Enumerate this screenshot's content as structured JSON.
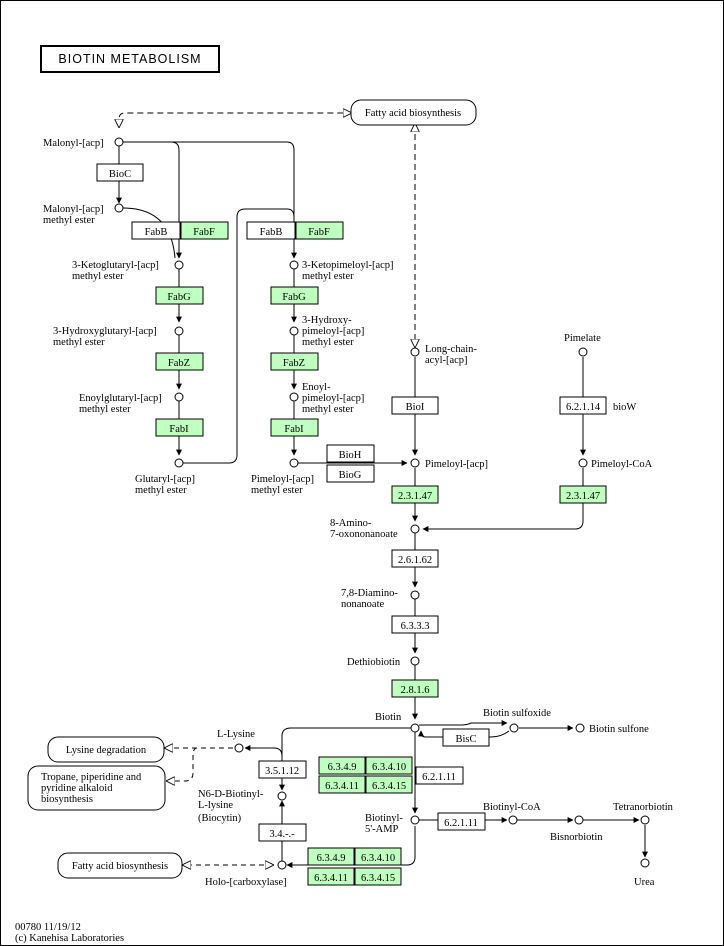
{
  "title": "BIOTIN METABOLISM",
  "colors": {
    "enzyme_present": "#bfffbf",
    "enzyme_absent": "#ffffff",
    "line": "#000000"
  },
  "compounds": {
    "malonyl_acp": "Malonyl-[acp]",
    "malonyl_acp_me_1": "Malonyl-[acp]",
    "malonyl_acp_me_2": "methyl ester",
    "ketoglutaryl_1": "3-Ketoglutaryl-[acp]",
    "ketoglutaryl_2": "methyl ester",
    "hydroxyglutaryl_1": "3-Hydroxyglutaryl-[acp]",
    "hydroxyglutaryl_2": "methyl ester",
    "enoylglutaryl_1": "Enoylglutaryl-[acp]",
    "enoylglutaryl_2": "methyl ester",
    "glutaryl_1": "Glutaryl-[acp]",
    "glutaryl_2": "methyl ester",
    "ketopimeloyl_1": "3-Ketopimeloyl-[acp]",
    "ketopimeloyl_2": "methyl ester",
    "hydroxypimeloyl_1": "3-Hydroxy-",
    "hydroxypimeloyl_2": "pimeloyl-[acp]",
    "hydroxypimeloyl_3": "methyl ester",
    "enoylpimeloyl_1": "Enoyl-",
    "enoylpimeloyl_2": "pimeloyl-[acp]",
    "enoylpimeloyl_3": "methyl ester",
    "pimeloyl_me_1": "Pimeloyl-[acp]",
    "pimeloyl_me_2": "methyl ester",
    "longchain_1": "Long-chain-",
    "longchain_2": "acyl-[acp]",
    "pimelate": "Pimelate",
    "pimeloyl_acp": "Pimeloyl-[acp]",
    "pimeloyl_coa": "Pimeloyl-CoA",
    "amino_1": "8-Amino-",
    "amino_2": "7-oxononanoate",
    "diamino_1": "7,8-Diamino-",
    "diamino_2": "nonanoate",
    "dethiobiotin": "Dethiobiotin",
    "biotin": "Biotin",
    "biotin_sulfoxide": "Biotin sulfoxide",
    "biotin_sulfone": "Biotin sulfone",
    "llysine": "L-Lysine",
    "biocytin_1": "N6-D-Biotinyl-",
    "biocytin_2": "L-lysine",
    "biocytin_3": "(Biocytin)",
    "biotinyl_amp_1": "Biotinyl-",
    "biotinyl_amp_2": "5'-AMP",
    "biotinyl_coa": "Biotinyl-CoA",
    "bisnorbiotin": "Bisnorbiotin",
    "tetranorbiotin": "Tetranorbiotin",
    "urea": "Urea",
    "holo": "Holo-[carboxylase]"
  },
  "maps": {
    "fatty_acid_top": "Fatty acid biosynthesis",
    "lysine_degradation": "Lysine degradation",
    "tropane_1": "Tropane, piperidine and",
    "tropane_2": "pyridine alkaloid",
    "tropane_3": "biosynthesis",
    "fatty_acid_bottom": "Fatty acid biosynthesis"
  },
  "enzymes": {
    "bioc": "BioC",
    "fabb1": "FabB",
    "fabf1": "FabF",
    "fabg1": "FabG",
    "fabz1": "FabZ",
    "fabi1": "FabI",
    "fabb2": "FabB",
    "fabf2": "FabF",
    "fabg2": "FabG",
    "fabz2": "FabZ",
    "fabi2": "FabI",
    "bioh": "BioH",
    "biog": "BioG",
    "bioi": "BioI",
    "e62114": "6.2.1.14",
    "biow": "bioW",
    "e23147a": "2.3.1.47",
    "e23147b": "2.3.1.47",
    "e26162": "2.6.1.62",
    "e6333": "6.3.3.3",
    "e2816": "2.8.1.6",
    "bisc": "BisC",
    "e6349a": "6.3.4.9",
    "e63410a": "6.3.4.10",
    "e63411a": "6.3.4.11",
    "e63415a": "6.3.4.15",
    "e62111a": "6.2.1.11",
    "e62111b": "6.2.1.11",
    "e35112": "3.5.1.12",
    "e34": "3.4.-.-",
    "e6349b": "6.3.4.9",
    "e63410b": "6.3.4.10",
    "e63411b": "6.3.4.11",
    "e63415b": "6.3.4.15"
  },
  "footer": {
    "line1": "00780 11/19/12",
    "line2": "(c) Kanehisa Laboratories"
  }
}
